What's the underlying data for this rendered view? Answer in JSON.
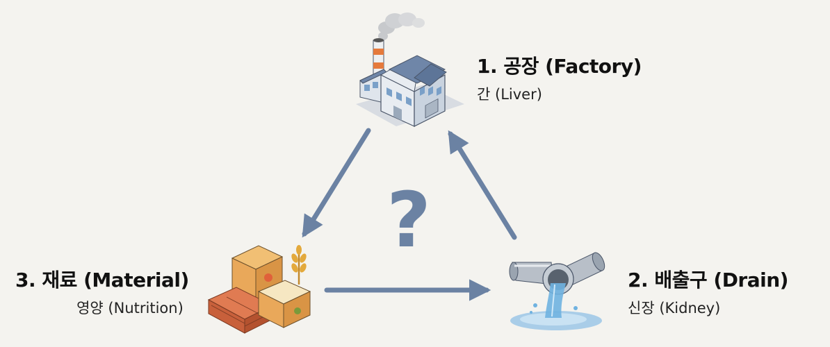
{
  "nodes": {
    "factory": {
      "title": "1. 공장 (Factory)",
      "subtitle": "간 (Liver)",
      "icon": "factory-icon"
    },
    "drain": {
      "title": "2. 배출구 (Drain)",
      "subtitle": "신장 (Kidney)",
      "icon": "drain-pipe-icon"
    },
    "material": {
      "title": "3. 재료 (Material)",
      "subtitle": "영양 (Nutrition)",
      "icon": "materials-icon"
    }
  },
  "center": {
    "symbol": "?"
  },
  "colors": {
    "arrow": "#6b82a3",
    "question": "#6b82a3",
    "background": "#f4f3ef"
  }
}
